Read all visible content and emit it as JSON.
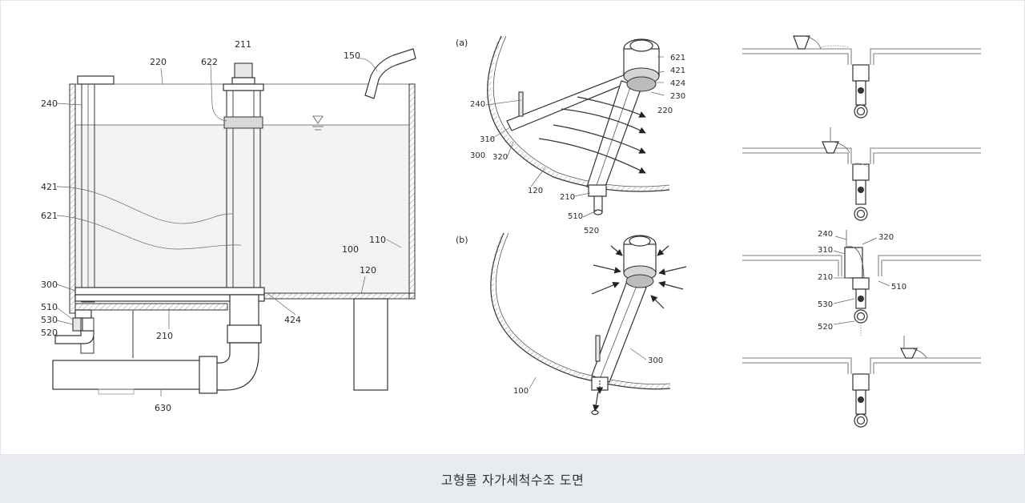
{
  "caption": "고형물 자가세척수조 도면",
  "panel_a_label": "(a)",
  "panel_b_label": "(b)",
  "labels_main": {
    "l211": "211",
    "l220": "220",
    "l622": "622",
    "l150": "150",
    "l240": "240",
    "l421": "421",
    "l621": "621",
    "l300": "300",
    "l510": "510",
    "l530": "530",
    "l520": "520",
    "l210": "210",
    "l424": "424",
    "l630": "630",
    "l100": "100",
    "l110": "110",
    "l120": "120"
  },
  "labels_a": {
    "l621": "621",
    "l421": "421",
    "l424": "424",
    "l230": "230",
    "l220": "220",
    "l240": "240",
    "l310": "310",
    "l300": "300",
    "l320": "320",
    "l120": "120",
    "l210": "210",
    "l510": "510",
    "l520": "520"
  },
  "labels_b": {
    "l300": "300",
    "l100": "100"
  },
  "labels_right": {
    "l240": "240",
    "l320": "320",
    "l310": "310",
    "l210": "210",
    "l510": "510",
    "l530": "530",
    "l520": "520"
  }
}
